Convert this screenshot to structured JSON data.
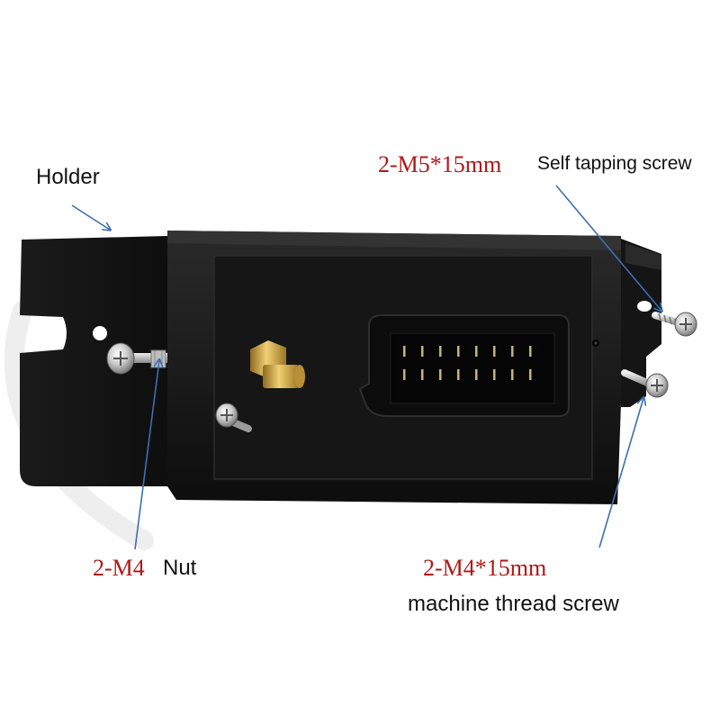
{
  "labels": {
    "holder": "Holder",
    "m5_size": "2-M5*15mm",
    "m5_desc": "Self tapping screw",
    "m4_nut_size": "2-M4",
    "m4_nut_desc": "Nut",
    "m4_screw_size": "2-M4*15mm",
    "m4_screw_desc": "machine thread screw"
  },
  "colors": {
    "label_red": "#b01818",
    "label_dark": "#111111",
    "arrow_blue": "#3c6fb0",
    "module_black": "#1a1a1a",
    "plate_black": "#121212",
    "brass": "#c9a443"
  },
  "icons": {
    "screw": "screw-icon",
    "nut": "nut-icon",
    "standoff": "brass-standoff-icon",
    "connector": "connector-icon",
    "arrow": "arrow-icon"
  }
}
